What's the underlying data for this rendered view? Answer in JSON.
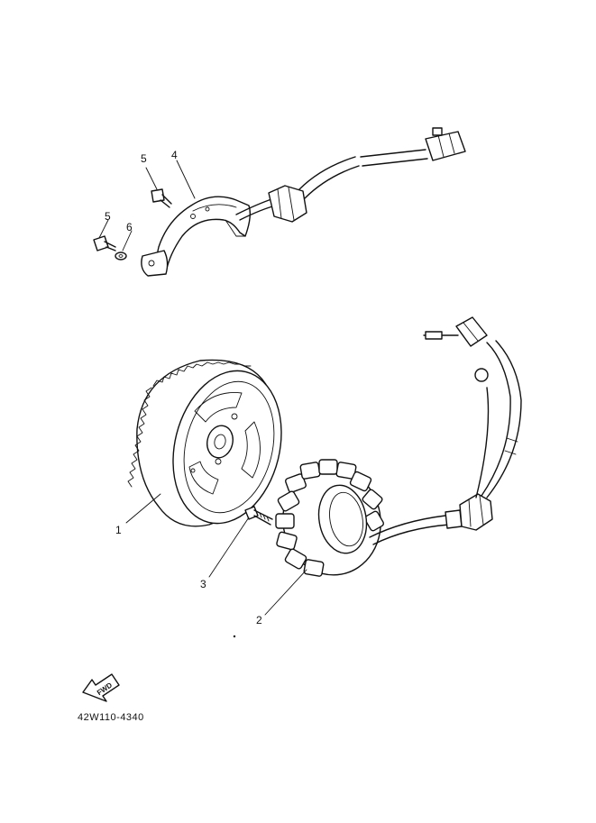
{
  "diagram": {
    "callouts": [
      {
        "id": "flywheel",
        "label": "1"
      },
      {
        "id": "stator",
        "label": "2"
      },
      {
        "id": "stator-bolt",
        "label": "3"
      },
      {
        "id": "pickup-coil",
        "label": "4"
      },
      {
        "id": "screw-upper",
        "label": "5"
      },
      {
        "id": "screw-lower",
        "label": "5"
      },
      {
        "id": "washer",
        "label": "6"
      }
    ],
    "fwd_label": "FWD",
    "drawing_code": "42W110-4340"
  }
}
